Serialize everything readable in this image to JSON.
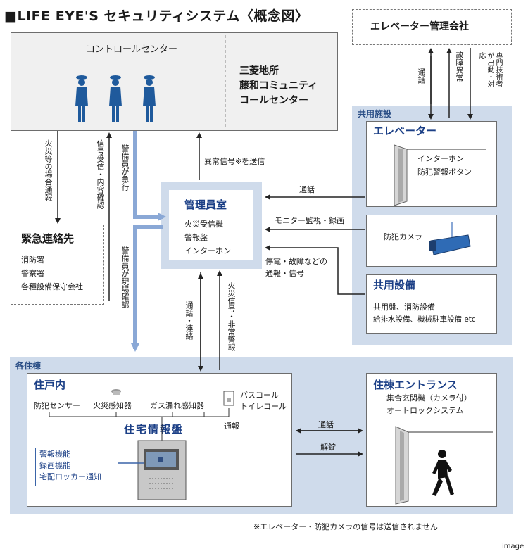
{
  "title": "■LIFE EYE'S セキュリティシステム〈概念図〉",
  "control_center": {
    "label": "コントロールセンター",
    "company_line1": "三菱地所",
    "company_line2": "藤和コミュニティ",
    "company_line3": "コールセンター"
  },
  "elevator_company": {
    "label": "エレベーター管理会社"
  },
  "shared_facilities": {
    "panel_label": "共用施設",
    "elevator": {
      "title": "エレベーター",
      "item1": "インターホン",
      "item2": "防犯警報ボタン"
    },
    "camera": {
      "label": "防犯カメラ"
    },
    "equipment": {
      "title": "共用設備",
      "line1": "共用盤、消防設備",
      "line2": "給排水設備、機械駐車設備 etc"
    }
  },
  "manager_room": {
    "title": "管理員室",
    "item1": "火災受信機",
    "item2": "警報盤",
    "item3": "インターホン"
  },
  "emergency": {
    "title": "緊急連絡先",
    "item1": "消防署",
    "item2": "警察署",
    "item3": "各種設備保守会社"
  },
  "residences": {
    "panel_label": "各住棟",
    "unit": {
      "title": "住戸内",
      "sensor1": "防犯センサー",
      "sensor2": "火災感知器",
      "sensor3": "ガス漏れ感知器",
      "call1": "バスコール",
      "call2": "トイレコール",
      "report": "通報",
      "panel_title": "住宅情報盤",
      "func1": "警報機能",
      "func2": "録画機能",
      "func3": "宅配ロッカー通知"
    },
    "entrance": {
      "title": "住棟エントランス",
      "line1": "集合玄関機（カメラ付）",
      "line2": "オートロックシステム"
    }
  },
  "labels": {
    "fire_report": "火災等の場合通報",
    "signal_check": "信号受信・内容確認",
    "guard_rush": "警備員が急行",
    "guard_onsite": "警備員が現場確認",
    "abnormal_signal": "異常信号※を送信",
    "call": "通話",
    "monitor": "モニター監視・録画",
    "outage_line1": "停電・故障などの",
    "outage_line2": "通報・信号",
    "call_contact": "通話・連絡",
    "fire_signal": "火災信号・非常警報",
    "fault": "故障異常",
    "expert": "専門技術者が出動・対応",
    "entrance_call": "通話",
    "unlock": "解錠"
  },
  "footnote": "※エレベーター・防犯カメラの信号は送信されません",
  "image_label": "image"
}
